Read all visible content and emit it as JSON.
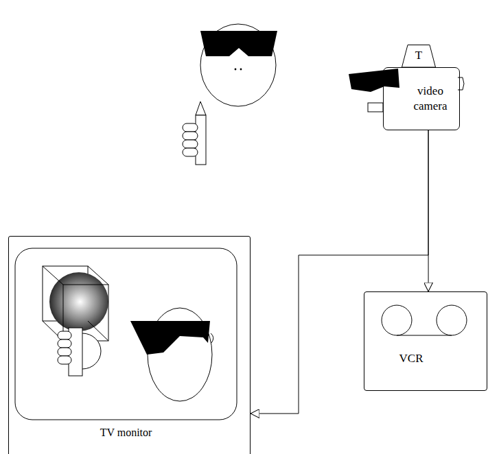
{
  "diagram": {
    "nodes": [
      {
        "text": [
          "T"
        ]
      },
      {
        "text": [
          "video camera"
        ]
      },
      {
        "text": [
          "VCR"
        ]
      },
      {
        "text": [
          "TV monitor"
        ]
      }
    ],
    "edges": [
      {
        "from": 1,
        "to": 2,
        "arrow": "to"
      },
      {
        "from": 1,
        "to": 3,
        "arrow": "to"
      }
    ]
  }
}
